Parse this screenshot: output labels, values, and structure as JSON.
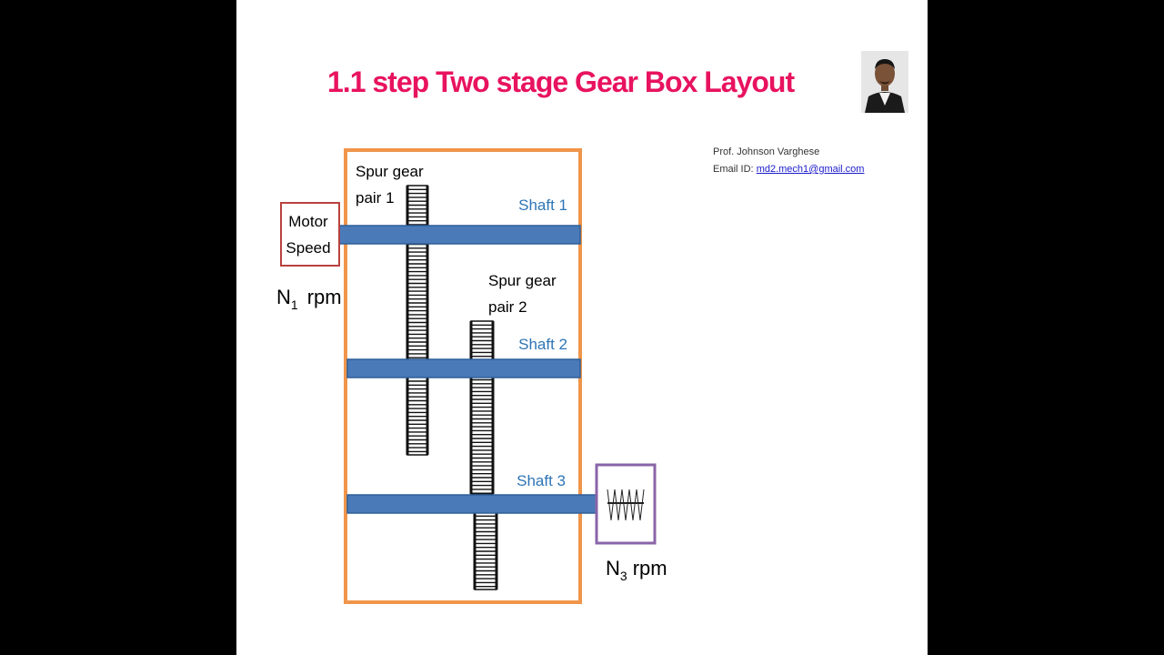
{
  "title": "1.1 step Two stage Gear Box Layout",
  "author": {
    "name": "Prof. Johnson Varghese",
    "email_label": "Email ID:",
    "email": "md2.mech1@gmail.com"
  },
  "diagram": {
    "motor_line1": "Motor",
    "motor_line2": "Speed",
    "input_speed_symbol": "N",
    "input_speed_sub": "1",
    "input_speed_unit": "rpm",
    "output_speed_symbol": "N",
    "output_speed_sub": "3",
    "output_speed_unit": "rpm",
    "gear_pair1_line1": "Spur gear",
    "gear_pair1_line2": "pair 1",
    "gear_pair2_line1": "Spur gear",
    "gear_pair2_line2": "pair 2",
    "shaft1": "Shaft 1",
    "shaft2": "Shaft 2",
    "shaft3": "Shaft 3"
  },
  "colors": {
    "title": "#e8135f",
    "housing": "#f0954a",
    "shaft": "#4a7ab8",
    "shaft_label": "#2e75b6",
    "motor_border": "#b8423f",
    "load_border": "#8a64a8"
  }
}
